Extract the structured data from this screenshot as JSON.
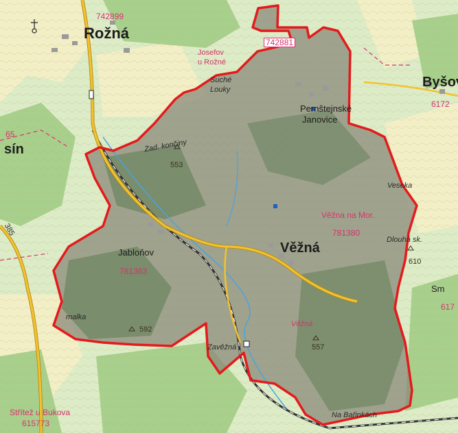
{
  "map": {
    "colors": {
      "forest": "#a9cf8e",
      "meadow": "#f4f1c8",
      "field": "#e7edc9",
      "highlight_fill": "#8b8a7a",
      "boundary": "#e41a1c",
      "road_primary": "#f2c230",
      "road_secondary": "#ffffff",
      "railway": "#333333",
      "water": "#4aa3df",
      "cadastral_label": "#d6336c"
    },
    "highlighted_area": "Věžná",
    "settlements": {
      "rozna": "Rožná",
      "vezna": "Věžná",
      "bysov": "Byšov",
      "jablonov": "Jabloňov",
      "pernstejnske": "Pernštejnské",
      "janovice": "Janovice",
      "suche": "Suché",
      "louky": "Louky",
      "veseka": "Veseka",
      "sin": "sín",
      "sm": "Sm"
    },
    "cadastral": {
      "c742899": "742899",
      "c742881": "742881",
      "josefov1": "Josefov",
      "josefov2": "u Rožné",
      "vezna_na_mor": "Věžna na Mor.",
      "c781380": "781380",
      "c781363": "781363",
      "c6172": "6172",
      "c617": "617",
      "strizez": "Střítež u Bukova",
      "c615773": "615773",
      "c65": "65"
    },
    "places": {
      "zad_konciny": "Zad. končiny",
      "dlouha": "Dlouhá sk.",
      "vezna_hill": "Věžná",
      "zavezna": "Zavěžná",
      "na_barinkach": "Na Bařinkách",
      "malka": "malka",
      "road_385": "385"
    },
    "elevations": {
      "e553": "553",
      "e557": "557",
      "e592": "592",
      "e610": "610"
    }
  }
}
